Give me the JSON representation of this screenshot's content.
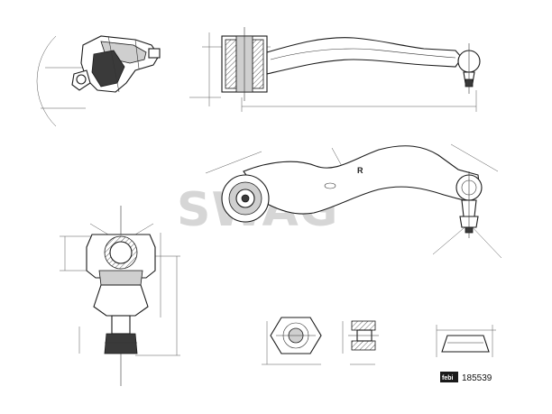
{
  "watermark": "SWAG",
  "arm_marking": "R",
  "logo_text": "febi",
  "part_number": "185539"
}
